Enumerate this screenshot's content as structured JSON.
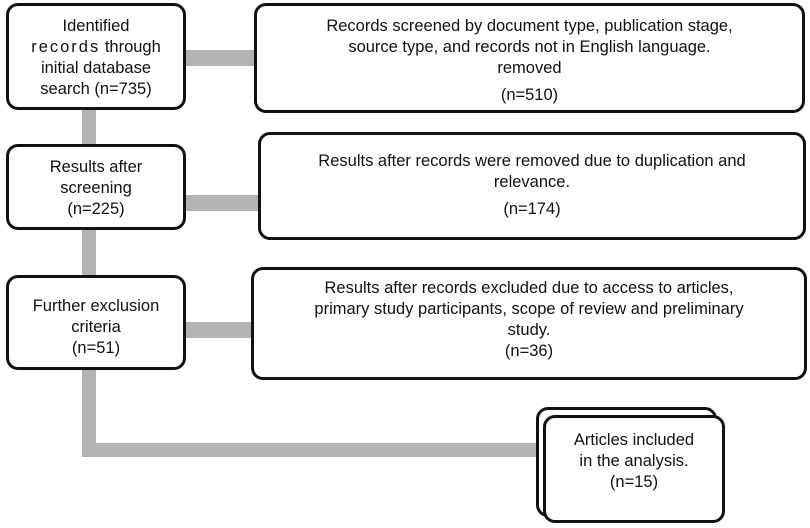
{
  "left_boxes": [
    {
      "line1_pre": "Identified",
      "line2_a": "records",
      "line2_b": "through",
      "line3": "initial database",
      "line4": "search  (n=735)"
    },
    {
      "line1": "Results after",
      "line2": "screening",
      "line3": "(n=225)"
    },
    {
      "line1": "Further exclusion",
      "line2": "criteria",
      "line3": "(n=51)"
    }
  ],
  "right_boxes": [
    {
      "line1": "Records screened by document type, publication stage,",
      "line2": "source type, and records not in  English language.",
      "line3": "removed",
      "line4": "(n=510)"
    },
    {
      "line1": "Results after records were removed due to duplication and",
      "line2": "relevance.",
      "line3": "(n=174)"
    },
    {
      "line1": "Results after records excluded due to access to articles,",
      "line2": "primary study participants, scope of review and preliminary",
      "line3": "study.",
      "line4": "(n=36)"
    }
  ],
  "final_box": {
    "line1": "Articles included",
    "line2": "in the analysis.",
    "line3": "(n=15)"
  },
  "colors": {
    "connector": "#b3b3b3",
    "border": "#111111"
  }
}
